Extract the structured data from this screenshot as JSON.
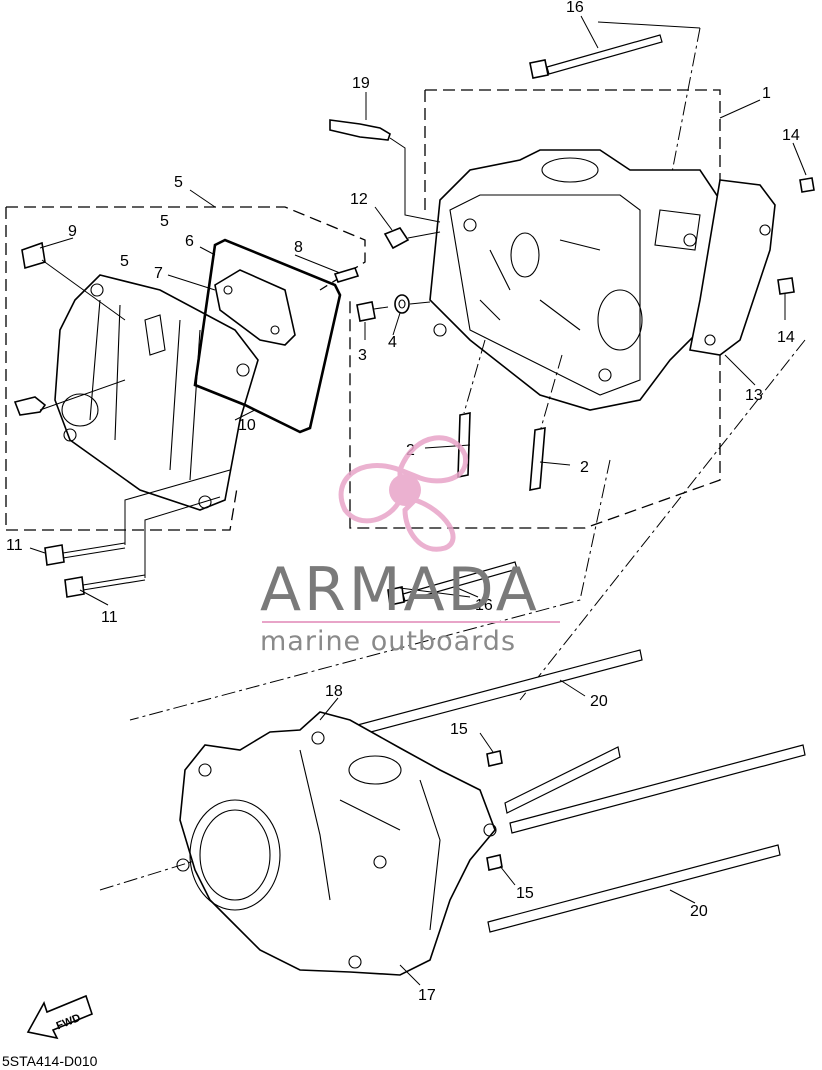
{
  "diagram_code": "5STA414-D010",
  "direction_label": "FWD",
  "watermark": {
    "brand": "ARMADA",
    "tagline": "marine outboards",
    "accent_color": "#e8a4c8",
    "text_color": "#7a7a7a"
  },
  "callouts": {
    "c1": "1",
    "c2a": "2",
    "c2b": "2",
    "c3": "3",
    "c4": "4",
    "c5a": "5",
    "c5b": "5",
    "c5c": "5",
    "c6": "6",
    "c7": "7",
    "c8": "8",
    "c9": "9",
    "c10": "10",
    "c11a": "11",
    "c11b": "11",
    "c12": "12",
    "c13": "13",
    "c14a": "14",
    "c14b": "14",
    "c15a": "15",
    "c15b": "15",
    "c16a": "16",
    "c16b": "16",
    "c17": "17",
    "c18": "18",
    "c19": "19",
    "c20a": "20",
    "c20b": "20"
  }
}
